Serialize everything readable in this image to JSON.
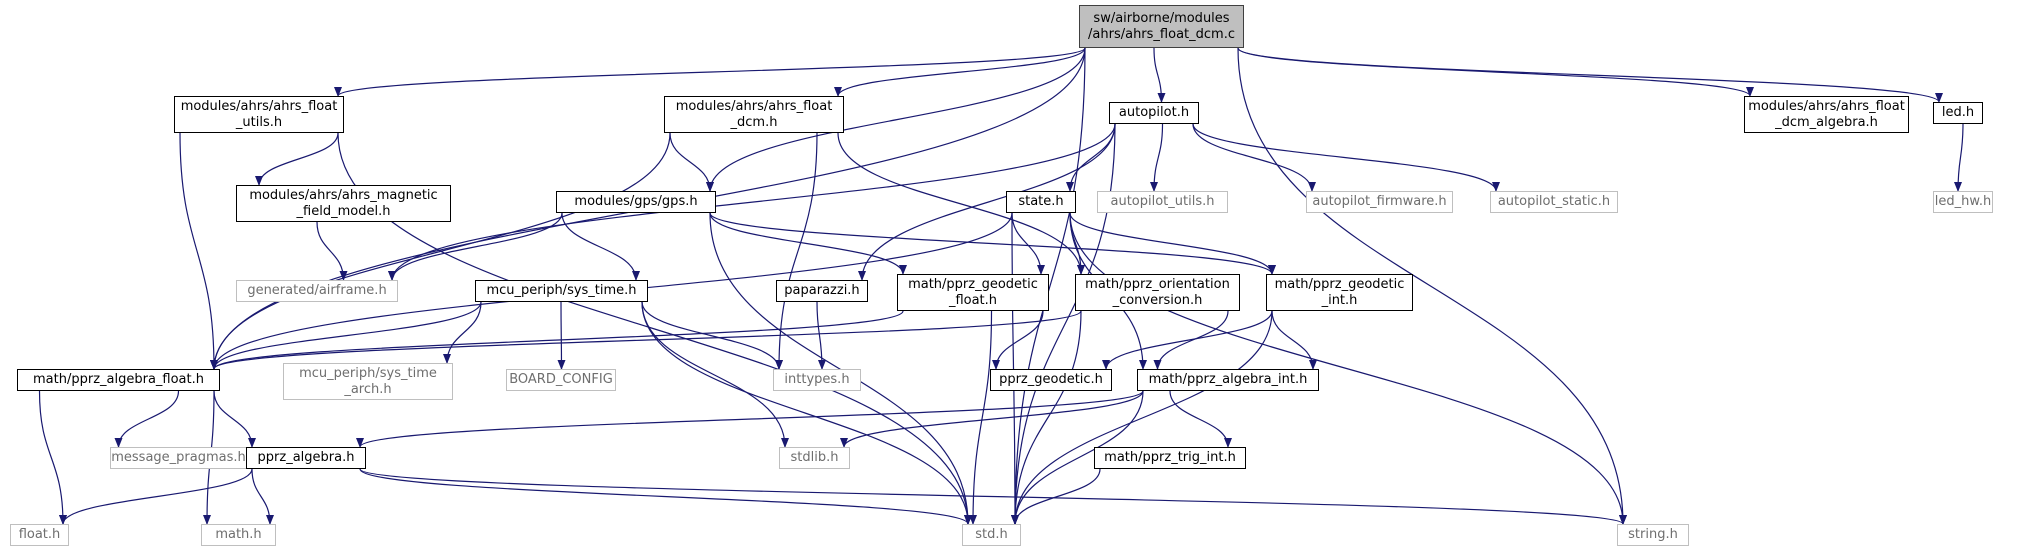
{
  "graph": {
    "edge_color": "#191970",
    "nodes": [
      {
        "id": "root",
        "lines": [
          "sw/airborne/modules",
          "/ahrs/ahrs_float_dcm.c"
        ],
        "kind": "root"
      },
      {
        "id": "ahrs_float_utils",
        "lines": [
          "modules/ahrs/ahrs_float",
          "_utils.h"
        ],
        "kind": "link"
      },
      {
        "id": "ahrs_float_dcm_h",
        "lines": [
          "modules/ahrs/ahrs_float",
          "_dcm.h"
        ],
        "kind": "link"
      },
      {
        "id": "autopilot",
        "lines": [
          "autopilot.h"
        ],
        "kind": "link"
      },
      {
        "id": "dcm_algebra",
        "lines": [
          "modules/ahrs/ahrs_float",
          "_dcm_algebra.h"
        ],
        "kind": "link"
      },
      {
        "id": "led",
        "lines": [
          "led.h"
        ],
        "kind": "link"
      },
      {
        "id": "led_hw",
        "lines": [
          "led_hw.h"
        ],
        "kind": "plain"
      },
      {
        "id": "magnetic",
        "lines": [
          "modules/ahrs/ahrs_magnetic",
          "_field_model.h"
        ],
        "kind": "link"
      },
      {
        "id": "gps",
        "lines": [
          "modules/gps/gps.h"
        ],
        "kind": "link"
      },
      {
        "id": "state",
        "lines": [
          "state.h"
        ],
        "kind": "link"
      },
      {
        "id": "autopilot_utils",
        "lines": [
          "autopilot_utils.h"
        ],
        "kind": "plain"
      },
      {
        "id": "autopilot_firmware",
        "lines": [
          "autopilot_firmware.h"
        ],
        "kind": "plain"
      },
      {
        "id": "autopilot_static",
        "lines": [
          "autopilot_static.h"
        ],
        "kind": "plain"
      },
      {
        "id": "airframe",
        "lines": [
          "generated/airframe.h"
        ],
        "kind": "plain"
      },
      {
        "id": "sys_time",
        "lines": [
          "mcu_periph/sys_time.h"
        ],
        "kind": "link"
      },
      {
        "id": "paparazzi",
        "lines": [
          "paparazzi.h"
        ],
        "kind": "link"
      },
      {
        "id": "geodetic_float",
        "lines": [
          "math/pprz_geodetic",
          "_float.h"
        ],
        "kind": "link"
      },
      {
        "id": "orientation",
        "lines": [
          "math/pprz_orientation",
          "_conversion.h"
        ],
        "kind": "link"
      },
      {
        "id": "geodetic_int",
        "lines": [
          "math/pprz_geodetic",
          "_int.h"
        ],
        "kind": "link"
      },
      {
        "id": "algebra_float",
        "lines": [
          "math/pprz_algebra_float.h"
        ],
        "kind": "link"
      },
      {
        "id": "sys_time_arch",
        "lines": [
          "mcu_periph/sys_time",
          "_arch.h"
        ],
        "kind": "plain"
      },
      {
        "id": "board_config",
        "lines": [
          "BOARD_CONFIG"
        ],
        "kind": "plain"
      },
      {
        "id": "inttypes",
        "lines": [
          "inttypes.h"
        ],
        "kind": "plain"
      },
      {
        "id": "pprz_geodetic",
        "lines": [
          "pprz_geodetic.h"
        ],
        "kind": "link"
      },
      {
        "id": "algebra_int",
        "lines": [
          "math/pprz_algebra_int.h"
        ],
        "kind": "link"
      },
      {
        "id": "message_pragmas",
        "lines": [
          "message_pragmas.h"
        ],
        "kind": "plain"
      },
      {
        "id": "pprz_algebra",
        "lines": [
          "pprz_algebra.h"
        ],
        "kind": "link"
      },
      {
        "id": "stdlib",
        "lines": [
          "stdlib.h"
        ],
        "kind": "plain"
      },
      {
        "id": "trig_int",
        "lines": [
          "math/pprz_trig_int.h"
        ],
        "kind": "link"
      },
      {
        "id": "float_h",
        "lines": [
          "float.h"
        ],
        "kind": "plain"
      },
      {
        "id": "math_h",
        "lines": [
          "math.h"
        ],
        "kind": "plain"
      },
      {
        "id": "std_h",
        "lines": [
          "std.h"
        ],
        "kind": "plain"
      },
      {
        "id": "string_h",
        "lines": [
          "string.h"
        ],
        "kind": "plain"
      }
    ],
    "edges": [
      [
        "root",
        "ahrs_float_utils"
      ],
      [
        "root",
        "ahrs_float_dcm_h"
      ],
      [
        "root",
        "autopilot"
      ],
      [
        "root",
        "dcm_algebra"
      ],
      [
        "root",
        "led"
      ],
      [
        "root",
        "algebra_float"
      ],
      [
        "root",
        "gps"
      ],
      [
        "root",
        "std_h"
      ],
      [
        "root",
        "string_h"
      ],
      [
        "led",
        "led_hw"
      ],
      [
        "ahrs_float_utils",
        "magnetic"
      ],
      [
        "ahrs_float_utils",
        "algebra_float"
      ],
      [
        "ahrs_float_utils",
        "std_h"
      ],
      [
        "magnetic",
        "airframe"
      ],
      [
        "ahrs_float_dcm_h",
        "gps"
      ],
      [
        "ahrs_float_dcm_h",
        "algebra_float"
      ],
      [
        "ahrs_float_dcm_h",
        "orientation"
      ],
      [
        "ahrs_float_dcm_h",
        "inttypes"
      ],
      [
        "autopilot",
        "state"
      ],
      [
        "autopilot",
        "autopilot_utils"
      ],
      [
        "autopilot",
        "autopilot_firmware"
      ],
      [
        "autopilot",
        "autopilot_static"
      ],
      [
        "autopilot",
        "paparazzi"
      ],
      [
        "autopilot",
        "airframe"
      ],
      [
        "autopilot",
        "std_h"
      ],
      [
        "gps",
        "airframe"
      ],
      [
        "gps",
        "sys_time"
      ],
      [
        "gps",
        "geodetic_float"
      ],
      [
        "gps",
        "geodetic_int"
      ],
      [
        "gps",
        "std_h"
      ],
      [
        "state",
        "geodetic_float"
      ],
      [
        "state",
        "orientation"
      ],
      [
        "state",
        "geodetic_int"
      ],
      [
        "state",
        "algebra_float"
      ],
      [
        "state",
        "algebra_int"
      ],
      [
        "state",
        "std_h"
      ],
      [
        "state",
        "string_h"
      ],
      [
        "sys_time",
        "sys_time_arch"
      ],
      [
        "sys_time",
        "board_config"
      ],
      [
        "sys_time",
        "inttypes"
      ],
      [
        "sys_time",
        "stdlib"
      ],
      [
        "sys_time",
        "std_h"
      ],
      [
        "sys_time",
        "algebra_float"
      ],
      [
        "paparazzi",
        "inttypes"
      ],
      [
        "geodetic_float",
        "algebra_float"
      ],
      [
        "geodetic_float",
        "pprz_geodetic"
      ],
      [
        "geodetic_float",
        "std_h"
      ],
      [
        "orientation",
        "algebra_float"
      ],
      [
        "orientation",
        "algebra_int"
      ],
      [
        "orientation",
        "std_h"
      ],
      [
        "geodetic_int",
        "pprz_geodetic"
      ],
      [
        "geodetic_int",
        "algebra_int"
      ],
      [
        "geodetic_int",
        "std_h"
      ],
      [
        "algebra_float",
        "message_pragmas"
      ],
      [
        "algebra_float",
        "pprz_algebra"
      ],
      [
        "algebra_float",
        "float_h"
      ],
      [
        "algebra_float",
        "math_h"
      ],
      [
        "algebra_int",
        "pprz_algebra"
      ],
      [
        "algebra_int",
        "stdlib"
      ],
      [
        "algebra_int",
        "trig_int"
      ],
      [
        "algebra_int",
        "std_h"
      ],
      [
        "trig_int",
        "std_h"
      ],
      [
        "pprz_algebra",
        "float_h"
      ],
      [
        "pprz_algebra",
        "math_h"
      ],
      [
        "pprz_algebra",
        "std_h"
      ],
      [
        "pprz_algebra",
        "string_h"
      ]
    ]
  }
}
